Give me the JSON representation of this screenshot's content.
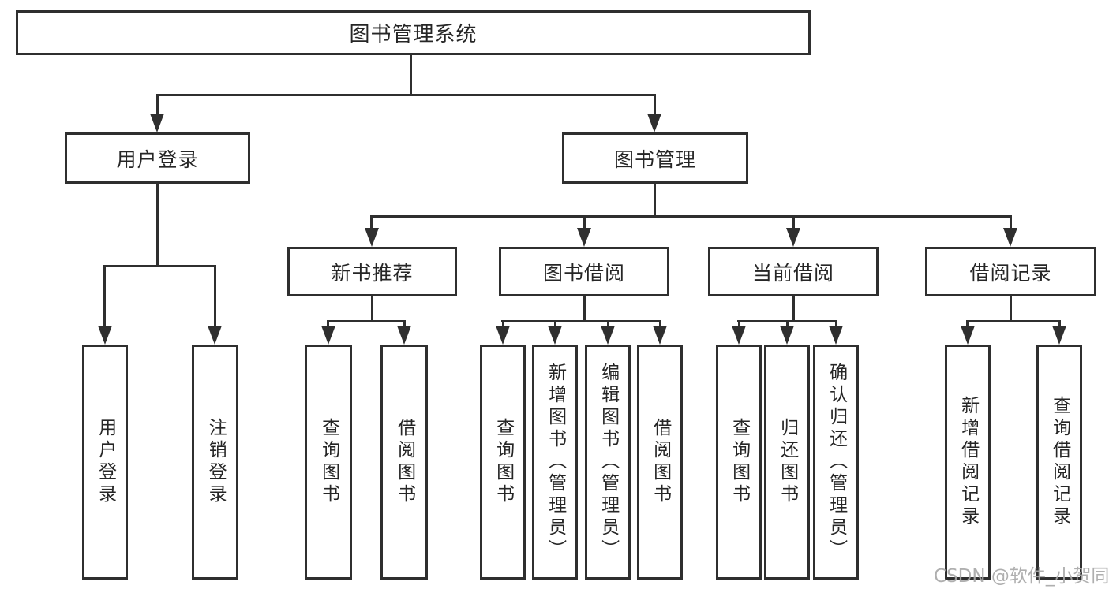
{
  "diagram": {
    "type": "hierarchy-tree",
    "background_color": "#ffffff",
    "line_color": "#2f2f2f",
    "text_color": "#262626",
    "watermark": {
      "text": "CSDN @软件_小贺同学",
      "color": "#a8a8a8"
    },
    "nodes": {
      "root": {
        "label": "图书管理系统"
      },
      "level2": [
        {
          "label": "用户登录"
        },
        {
          "label": "图书管理"
        }
      ],
      "level3": [
        {
          "label": "新书推荐",
          "parent": "图书管理"
        },
        {
          "label": "图书借阅",
          "parent": "图书管理"
        },
        {
          "label": "当前借阅",
          "parent": "图书管理"
        },
        {
          "label": "借阅记录",
          "parent": "图书管理"
        }
      ],
      "leaves": [
        {
          "label": "用户登录",
          "parent": "用户登录"
        },
        {
          "label": "注销登录",
          "parent": "用户登录"
        },
        {
          "label": "查询图书",
          "parent": "新书推荐"
        },
        {
          "label": "借阅图书",
          "parent": "新书推荐"
        },
        {
          "label": "查询图书",
          "parent": "图书借阅"
        },
        {
          "label": "新增图书（管理员）",
          "parent": "图书借阅"
        },
        {
          "label": "编辑图书（管理员）",
          "parent": "图书借阅"
        },
        {
          "label": "借阅图书",
          "parent": "图书借阅"
        },
        {
          "label": "查询图书",
          "parent": "当前借阅"
        },
        {
          "label": "归还图书",
          "parent": "当前借阅"
        },
        {
          "label": "确认归还（管理员）",
          "parent": "当前借阅"
        },
        {
          "label": "新增借阅记录",
          "parent": "借阅记录"
        },
        {
          "label": "查询借阅记录",
          "parent": "借阅记录"
        }
      ]
    }
  }
}
